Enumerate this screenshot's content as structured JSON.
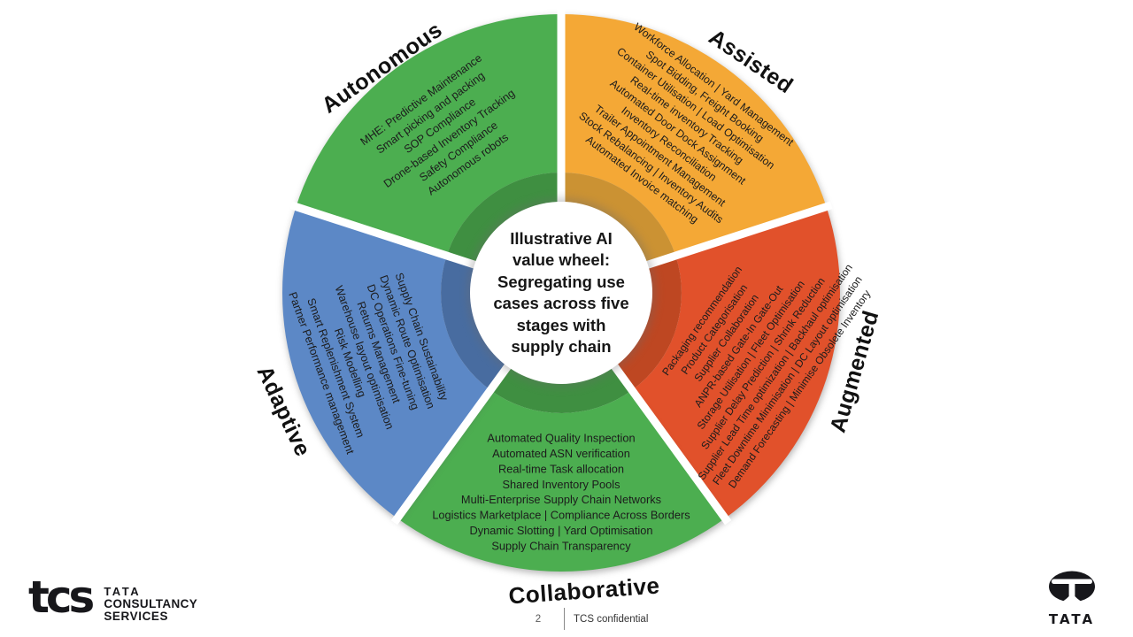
{
  "center": {
    "text": "Illustrative AI\nvalue wheel:\nSegregating use\ncases across five\nstages with\nsupply chain"
  },
  "segments": [
    {
      "id": "autonomous",
      "label": "Autonomous",
      "color": "#4CAE50",
      "inner_color": "#3F8F41",
      "items": [
        "MHE: Predictive Maintenance",
        "Smart picking and packing",
        "SOP Compliance",
        "Drone-based Inventory Tracking",
        "Safety Compliance",
        "Autonomous robots"
      ]
    },
    {
      "id": "assisted",
      "label": "Assisted",
      "color": "#F4A836",
      "inner_color": "#CB9233",
      "items": [
        "Workforce Allocation | Yard Management",
        "Spot Bidding, Freight Booking",
        "Container Utilisation | Load Optimisation",
        "Real-time inventory Tracking",
        "Automated Door Dock Assignment",
        "Inventory Reconciliation",
        "Trailer Appointment Management",
        "Stock Rebalancing | Inventory Audits",
        "Automated Invoice matching"
      ]
    },
    {
      "id": "augmented",
      "label": "Augmented",
      "color": "#E1512B",
      "inner_color": "#BE4722",
      "items": [
        "Packaging recommendation",
        "Product Categorisation",
        "Supplier Collaboration",
        "ANPR-based Gate-In Gate-Out",
        "Storage Utilisation | Fleet Optimisation",
        "Supplier Delay Prediction | Shrink Reduction",
        "Supplier Lead Time optimization | Backhaul optimisation",
        "Fleet Downtime Minimisation | DC Layout optimisation",
        "Demand Forecasting | Minimise Obsolete Inventory"
      ]
    },
    {
      "id": "collaborative",
      "label": "Collaborative",
      "color": "#4CAE50",
      "inner_color": "#3F8F41",
      "items": [
        "Automated Quality Inspection",
        "Automated ASN verification",
        "Real-time Task allocation",
        "Shared Inventory Pools",
        "Multi-Enterprise Supply Chain Networks",
        "Logistics Marketplace | Compliance Across Borders",
        "Dynamic Slotting | Yard Optimisation",
        "Supply Chain Transparency"
      ]
    },
    {
      "id": "adaptive",
      "label": "Adaptive",
      "color": "#5C88C6",
      "inner_color": "#486CA0",
      "items": [
        "Supply Chain Sustainability",
        "Dynamic Route Optimisation",
        "DC Operations Fine-tuning",
        "Returns Management",
        "Warehouse layout optimisation",
        "Risk Modelling",
        "Smart Replenishment System",
        "Partner Performance management"
      ]
    }
  ],
  "footer": {
    "page_number": "2",
    "confidential": "TCS confidential"
  },
  "branding": {
    "tcs_wordmark": "tcs",
    "tata_lines": [
      "TATA",
      "CONSULTANCY",
      "SERVICES"
    ],
    "tata_logo_text": "TATA"
  }
}
